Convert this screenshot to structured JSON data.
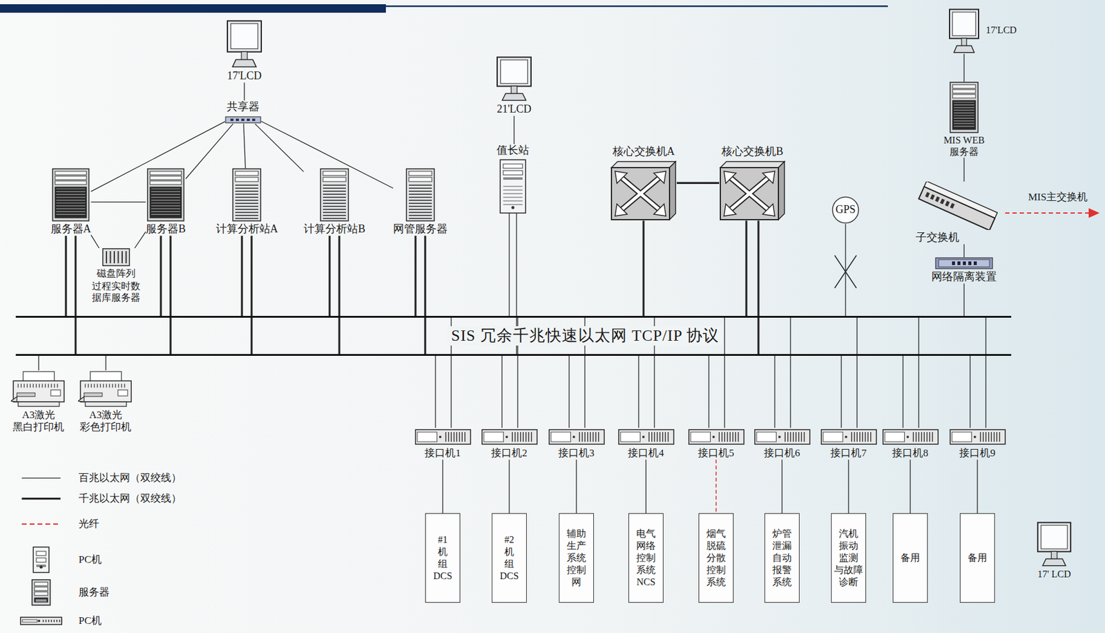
{
  "diagram": {
    "nodes": [
      {
        "text": [
          "17'LCD"
        ]
      },
      {
        "text": [
          "共享器"
        ]
      },
      {
        "text": [
          "服务器A"
        ]
      },
      {
        "text": [
          "服务器B"
        ]
      },
      {
        "text": [
          "计算分析站A"
        ]
      },
      {
        "text": [
          "计算分析站B"
        ]
      },
      {
        "text": [
          "网管服务器"
        ]
      },
      {
        "text": [
          "磁盘阵列",
          "过程实时数 据库服务器"
        ]
      },
      {
        "text": [
          "21'LCD"
        ]
      },
      {
        "text": [
          "值长站"
        ]
      },
      {
        "text": [
          "核心交换机A"
        ]
      },
      {
        "text": [
          "核心交换机B"
        ]
      },
      {
        "text": [
          "GPS"
        ]
      },
      {
        "text": [
          "17'LCD"
        ]
      },
      {
        "text": [
          "MIS WEB 服务器"
        ]
      },
      {
        "text": [
          "子交换机"
        ]
      },
      {
        "text": [
          "网络隔离装置"
        ]
      },
      {
        "text": [
          "SIS 冗余千兆快速以太网 TCP/IP 协议"
        ]
      },
      {
        "text": [
          "A3激光 黑白打印机"
        ]
      },
      {
        "text": [
          "A3激光 彩色打印机"
        ]
      },
      {
        "text": [
          "接口机1"
        ]
      },
      {
        "text": [
          "接口机2"
        ]
      },
      {
        "text": [
          "接口机3"
        ]
      },
      {
        "text": [
          "接口机4"
        ]
      },
      {
        "text": [
          "接口机5"
        ]
      },
      {
        "text": [
          "接口机6"
        ]
      },
      {
        "text": [
          "接口机7"
        ]
      },
      {
        "text": [
          "接口机8"
        ]
      },
      {
        "text": [
          "接口机9"
        ]
      },
      {
        "text": [
          "#1 机 组 DCS"
        ]
      },
      {
        "text": [
          "#2 机 组 DCS"
        ]
      },
      {
        "text": [
          "辅助 生产 系统 控制 网"
        ]
      },
      {
        "text": [
          "电气 网络 控制 系统 NCS"
        ]
      },
      {
        "text": [
          "烟气 脱硫 分散 控制 系统"
        ]
      },
      {
        "text": [
          "炉管 泄漏 自动 报警 系统"
        ]
      },
      {
        "text": [
          "汽机 振动 监测 与故障 诊断"
        ]
      },
      {
        "text": [
          "备用"
        ]
      },
      {
        "text": [
          "备用"
        ]
      },
      {
        "text": [
          "17' LCD"
        ]
      }
    ],
    "edges": [
      {
        "from": 0,
        "to": 1,
        "arrow": "none"
      },
      {
        "from": 1,
        "to": 2,
        "arrow": "none"
      },
      {
        "from": 1,
        "to": 3,
        "arrow": "none"
      },
      {
        "from": 1,
        "to": 4,
        "arrow": "none"
      },
      {
        "from": 1,
        "to": 5,
        "arrow": "none"
      },
      {
        "from": 1,
        "to": 6,
        "arrow": "none"
      },
      {
        "from": 2,
        "to": 3,
        "arrow": "none"
      },
      {
        "from": 2,
        "to": 7,
        "arrow": "none"
      },
      {
        "from": 3,
        "to": 7,
        "arrow": "none"
      },
      {
        "from": 2,
        "to": 17,
        "arrow": "none"
      },
      {
        "from": 3,
        "to": 17,
        "arrow": "none"
      },
      {
        "from": 4,
        "to": 17,
        "arrow": "none"
      },
      {
        "from": 5,
        "to": 17,
        "arrow": "none"
      },
      {
        "from": 6,
        "to": 17,
        "arrow": "none"
      },
      {
        "from": 8,
        "to": 9,
        "arrow": "none"
      },
      {
        "from": 9,
        "to": 17,
        "arrow": "none"
      },
      {
        "from": 10,
        "to": 11,
        "arrow": "none"
      },
      {
        "from": 10,
        "to": 17,
        "arrow": "none"
      },
      {
        "from": 11,
        "to": 17,
        "arrow": "none"
      },
      {
        "from": 12,
        "to": 17,
        "arrow": "none"
      },
      {
        "from": 13,
        "to": 14,
        "arrow": "none"
      },
      {
        "from": 14,
        "to": 15,
        "arrow": "none"
      },
      {
        "from": 15,
        "to": 16,
        "arrow": "none"
      },
      {
        "from": 16,
        "to": 17,
        "arrow": "none"
      },
      {
        "from": 18,
        "to": 17,
        "arrow": "none"
      },
      {
        "from": 19,
        "to": 17,
        "arrow": "none"
      },
      {
        "from": 20,
        "to": 17,
        "arrow": "none"
      },
      {
        "from": 21,
        "to": 17,
        "arrow": "none"
      },
      {
        "from": 22,
        "to": 17,
        "arrow": "none"
      },
      {
        "from": 23,
        "to": 17,
        "arrow": "none"
      },
      {
        "from": 24,
        "to": 17,
        "arrow": "none"
      },
      {
        "from": 25,
        "to": 17,
        "arrow": "none"
      },
      {
        "from": 26,
        "to": 17,
        "arrow": "none"
      },
      {
        "from": 27,
        "to": 17,
        "arrow": "none"
      },
      {
        "from": 28,
        "to": 17,
        "arrow": "none"
      },
      {
        "from": 20,
        "to": 29,
        "arrow": "none"
      },
      {
        "from": 21,
        "to": 30,
        "arrow": "none"
      },
      {
        "from": 22,
        "to": 31,
        "arrow": "none"
      },
      {
        "from": 23,
        "to": 32,
        "arrow": "none"
      },
      {
        "from": 24,
        "to": 33,
        "arrow": "none"
      },
      {
        "from": 25,
        "to": 34,
        "arrow": "none"
      },
      {
        "from": 26,
        "to": 35,
        "arrow": "none"
      },
      {
        "from": 27,
        "to": 36,
        "arrow": "none"
      },
      {
        "from": 28,
        "to": 37,
        "arrow": "none"
      }
    ],
    "labels": [
      "MIS主交换机"
    ],
    "legend": [
      {
        "text": "百兆以太网（双绞线）"
      },
      {
        "text": "千兆以太网（双绞线）"
      },
      {
        "text": "光纤"
      },
      {
        "text": "PC机"
      },
      {
        "text": "服务器"
      },
      {
        "text": "PC机"
      }
    ]
  }
}
